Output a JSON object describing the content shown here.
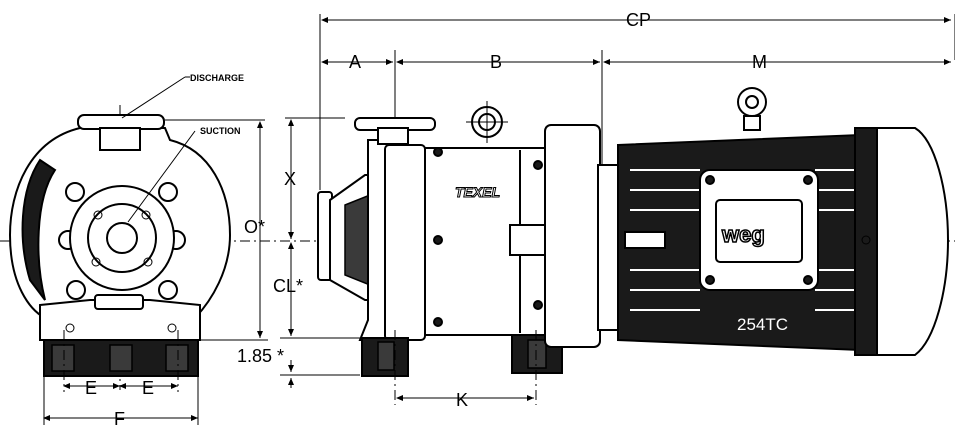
{
  "dimensions": {
    "cp": "CP",
    "a": "A",
    "b": "B",
    "m": "M",
    "x": "X",
    "o": "O*",
    "cl": "CL*",
    "foot": "1.85 *",
    "k": "K",
    "e1": "E",
    "e2": "E",
    "f": "F"
  },
  "callouts": {
    "discharge": "DISCHARGE",
    "suction": "SUCTION"
  },
  "pump_brand": "TEXEL",
  "motor_logo": "weg",
  "motor_model": "254TC"
}
